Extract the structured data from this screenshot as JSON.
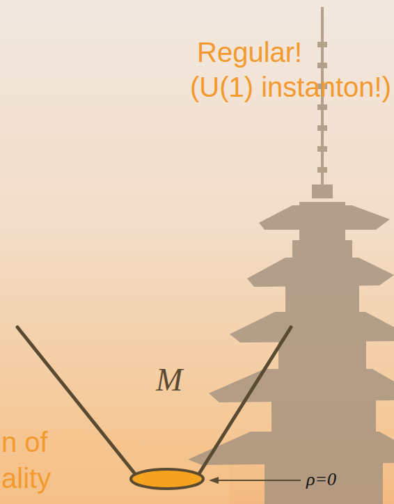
{
  "diagram": {
    "labels": [
      "Regular!",
      "(U(1) instanton!)",
      "M",
      "ρ=0",
      "n of",
      "ality"
    ]
  }
}
